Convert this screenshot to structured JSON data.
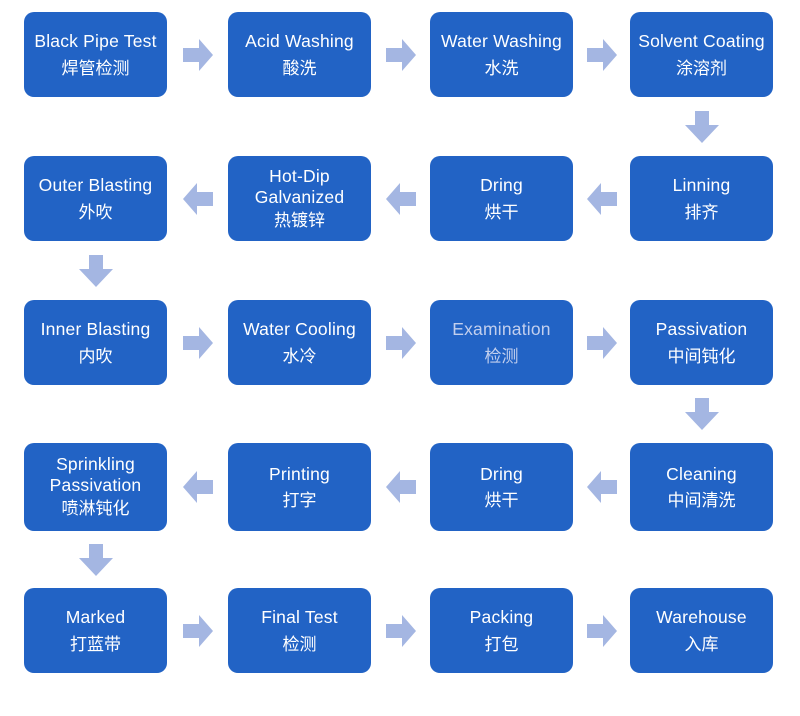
{
  "palette": {
    "box_bg": "#2263c5",
    "box_text": "#ffffff",
    "muted_text": "#c2cfee",
    "arrow": "#a4b6e2",
    "page_bg": "#ffffff"
  },
  "flow": {
    "description": "Galvanized pipe production process flowchart, serpentine left-right order",
    "rows": [
      {
        "flow_direction": "right",
        "steps": [
          {
            "en": "Black Pipe Test",
            "zh": "焊管检测"
          },
          {
            "en": "Acid Washing",
            "zh": "酸洗"
          },
          {
            "en": "Water Washing",
            "zh": "水洗"
          },
          {
            "en": "Solvent Coating",
            "zh": "涂溶剂"
          }
        ]
      },
      {
        "flow_direction": "left",
        "steps": [
          {
            "en": "Outer Blasting",
            "zh": "外吹"
          },
          {
            "en": "Hot-Dip\nGalvanized",
            "zh": "热镀锌"
          },
          {
            "en": "Dring",
            "zh": "烘干"
          },
          {
            "en": "Linning",
            "zh": "排齐"
          }
        ]
      },
      {
        "flow_direction": "right",
        "steps": [
          {
            "en": "Inner Blasting",
            "zh": "内吹"
          },
          {
            "en": "Water Cooling",
            "zh": "水冷"
          },
          {
            "en": "Examination",
            "zh": "检测"
          },
          {
            "en": "Passivation",
            "zh": "中间钝化"
          }
        ]
      },
      {
        "flow_direction": "left",
        "steps": [
          {
            "en": "Sprinkling\nPassivation",
            "zh": "喷淋钝化"
          },
          {
            "en": "Printing",
            "zh": "打字"
          },
          {
            "en": "Dring",
            "zh": "烘干"
          },
          {
            "en": "Cleaning",
            "zh": "中间清洗"
          }
        ]
      },
      {
        "flow_direction": "right",
        "steps": [
          {
            "en": "Marked",
            "zh": "打蓝带"
          },
          {
            "en": "Final Test",
            "zh": "检测"
          },
          {
            "en": "Packing",
            "zh": "打包"
          },
          {
            "en": "Warehouse",
            "zh": "入库"
          }
        ]
      }
    ]
  }
}
